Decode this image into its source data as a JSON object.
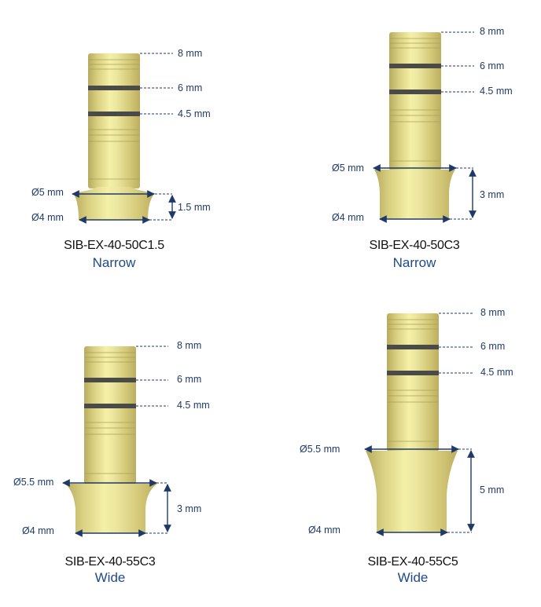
{
  "colors": {
    "gold_light": "#f2ee9e",
    "gold_mid": "#d9cf7a",
    "gold_dark": "#b3a658",
    "band": "#4a4a48",
    "dimension_blue": "#1f3a68",
    "variant_blue": "#1f4a8a",
    "code_text": "#111111"
  },
  "products": [
    {
      "code": "SIB-EX-40-50C1.5",
      "variant": "Narrow",
      "marks": [
        "8 mm",
        "6 mm",
        "4.5 mm"
      ],
      "top_diameter": "Ø5 mm",
      "bottom_diameter": "Ø4 mm",
      "collar_height": "1.5 mm"
    },
    {
      "code": "SIB-EX-40-50C3",
      "variant": "Narrow",
      "marks": [
        "8 mm",
        "6 mm",
        "4.5 mm"
      ],
      "top_diameter": "Ø5 mm",
      "bottom_diameter": "Ø4 mm",
      "collar_height": "3 mm"
    },
    {
      "code": "SIB-EX-40-55C3",
      "variant": "Wide",
      "marks": [
        "8 mm",
        "6 mm",
        "4.5 mm"
      ],
      "top_diameter": "Ø5.5 mm",
      "bottom_diameter": "Ø4 mm",
      "collar_height": "3 mm"
    },
    {
      "code": "SIB-EX-40-55C5",
      "variant": "Wide",
      "marks": [
        "8 mm",
        "6 mm",
        "4.5 mm"
      ],
      "top_diameter": "Ø5.5 mm",
      "bottom_diameter": "Ø4 mm",
      "collar_height": "5 mm"
    }
  ]
}
